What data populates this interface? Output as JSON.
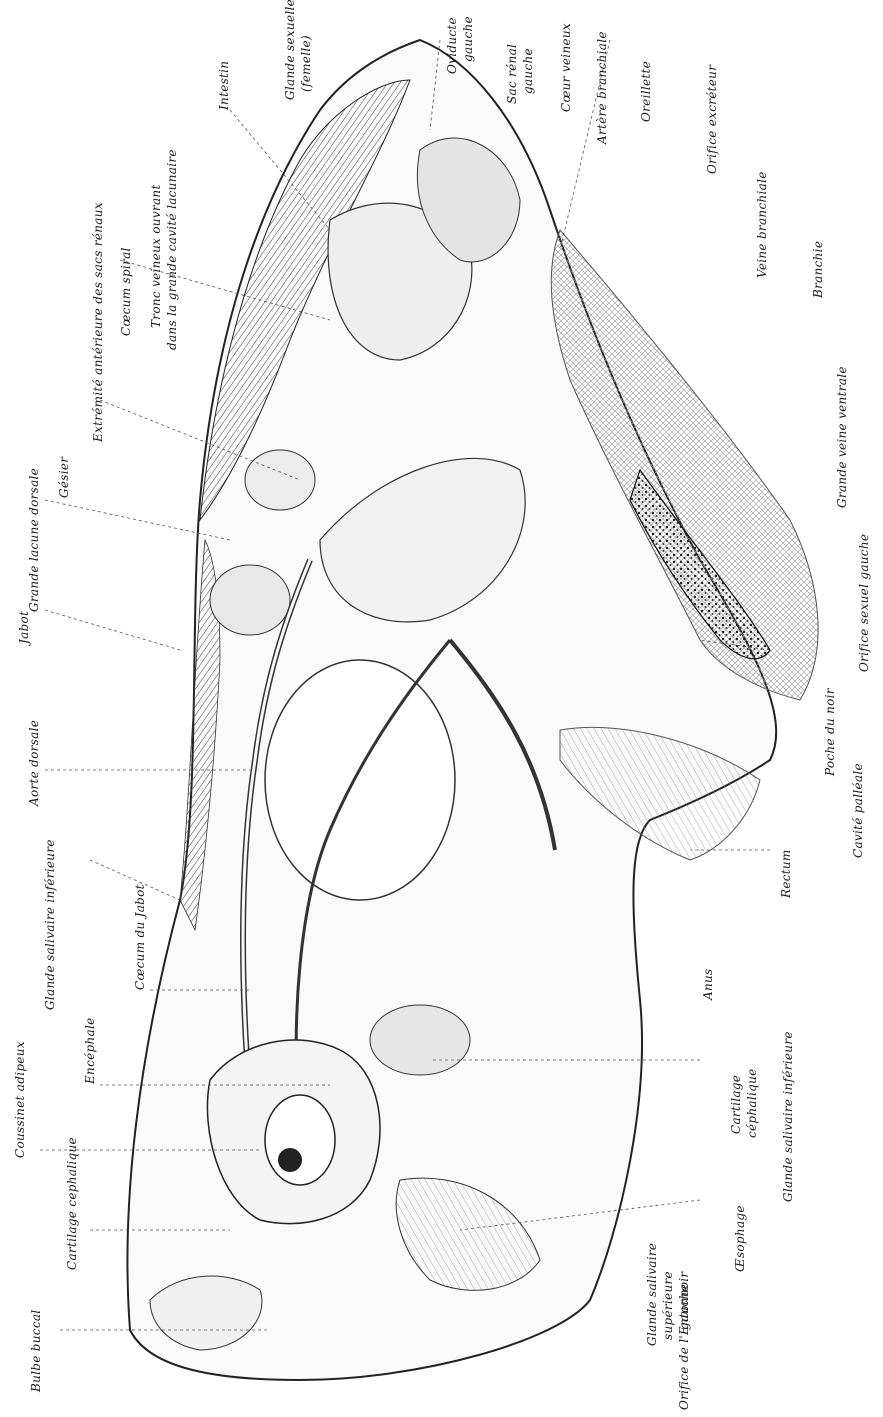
{
  "figure": {
    "labels": {
      "bulbe_buccal": "Bulbe buccal",
      "cartilage_cephalique_left": "Cartilage cephalique",
      "coussinet_adipeux": "Coussinet adipeux",
      "encephale": "Encéphale",
      "caecum_du_jabot": "Cœcum du Jabot",
      "glande_salivaire_inferieure_top": "Glande salivaire inférieure",
      "aorte_dorsale": "Aorte dorsale",
      "jabot": "Jabot",
      "grande_lacune_dorsale": "Grande lacune dorsale",
      "gesier": "Gésier",
      "extremite_anterieure": "Extrémité antérieure des sacs rénaux",
      "caecum_spiral": "Cœcum spiral",
      "tronc_veineux_line1": "Tronc veineux ouvrant",
      "tronc_veineux_line2": "dans la grande cavité lacunaire",
      "intestin": "Intestin",
      "glande_sexuelle_line1": "Glande sexuelle",
      "glande_sexuelle_line2": "(femelle)",
      "oviducte_line1": "Oviducte",
      "oviducte_line2": "gauche",
      "sac_renal_line1": "Sac rénal",
      "sac_renal_line2": "gauche",
      "coeur_veineux": "Cœur veineux",
      "artere_branchiale": "Artère branchiale",
      "oreillette": "Oreillette",
      "orifice_excreteur": "Orifice excréteur",
      "veine_branchiale": "Veine branchiale",
      "branchie": "Branchie",
      "grande_veine_ventrale": "Grande veine ventrale",
      "orifice_sexuel_gauche": "Orifice sexuel gauche",
      "poche_du_noir": "Poche du noir",
      "cavite_palleale": "Cavité palléale",
      "rectum": "Rectum",
      "anus": "Anus",
      "cartilage_cephalique_right_line1": "Cartilage",
      "cartilage_cephalique_right_line2": "céphalique",
      "glande_salivaire_inferieure_bottom": "Glande salivaire inférieure",
      "oesophage": "Œsophage",
      "glande_salivaire_superieure_line1": "Glande salivaire",
      "glande_salivaire_superieure_line2": "supérieure",
      "glande_salivaire_superieure_line3": "gauche",
      "orifice_entonnoir": "Orifice de l'Entonnoir"
    }
  }
}
